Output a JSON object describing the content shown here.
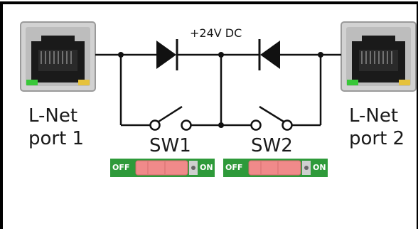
{
  "supply_label": "+24V DC",
  "ports": [
    {
      "line1": "L-Net",
      "line2": "port 1"
    },
    {
      "line1": "L-Net",
      "line2": "port 2"
    }
  ],
  "switches": [
    {
      "name": "SW1",
      "off_label": "OFF",
      "on_label": "ON"
    },
    {
      "name": "SW2",
      "off_label": "OFF",
      "on_label": "ON"
    }
  ],
  "colors": {
    "frame": "#000000",
    "wire": "#111111",
    "switch_body": "#2e9a3a",
    "switch_knob": "#f08a8a",
    "port_metal": "#c9c9c9",
    "led_green": "#38c838",
    "led_yellow": "#e6c23a"
  }
}
